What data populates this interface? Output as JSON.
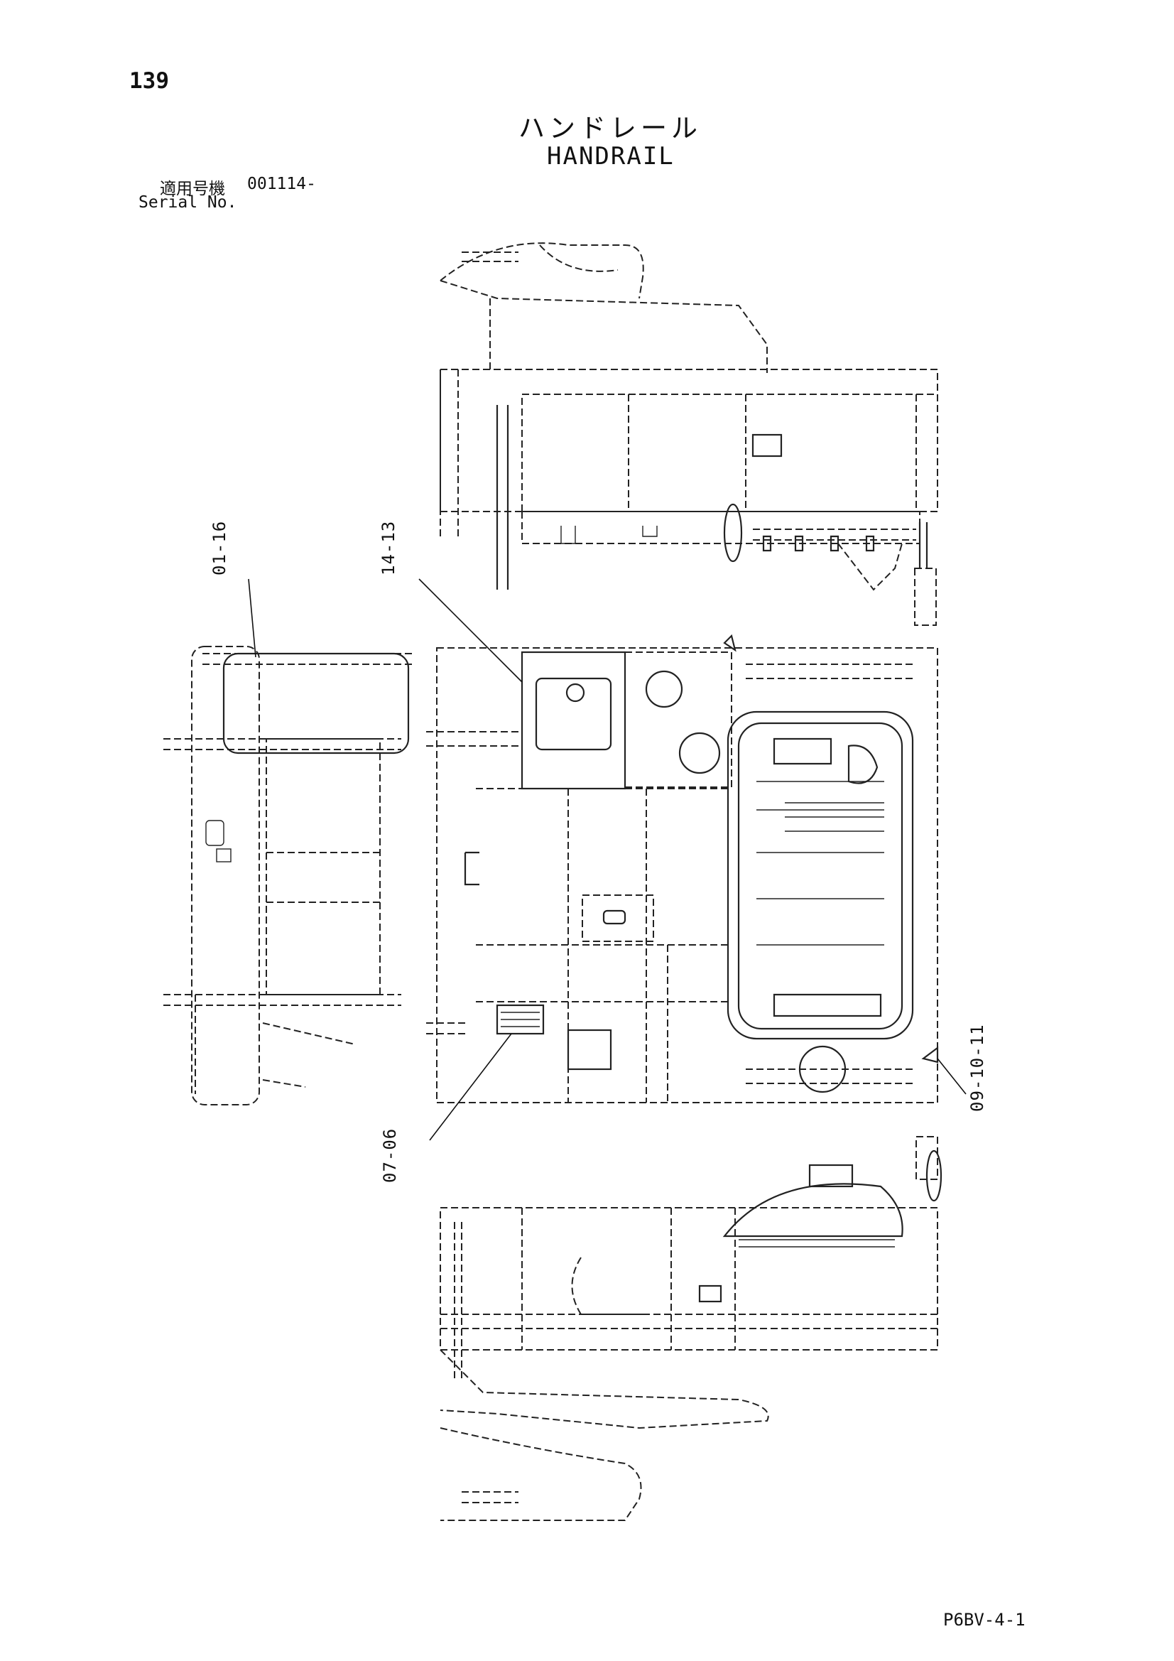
{
  "header": {
    "page_number": "139",
    "title_jp": "ハンドレール",
    "title_en": "HANDRAIL",
    "serial_label_jp": "適用号機",
    "serial_value": "001114-",
    "serial_label_en": "Serial No."
  },
  "callouts": {
    "top_left": "01-16",
    "top_middle": "14-13",
    "bottom_left": "07-06",
    "bottom_right": "09-10-11"
  },
  "footer": {
    "doc_code": "P6BV-4-1"
  }
}
